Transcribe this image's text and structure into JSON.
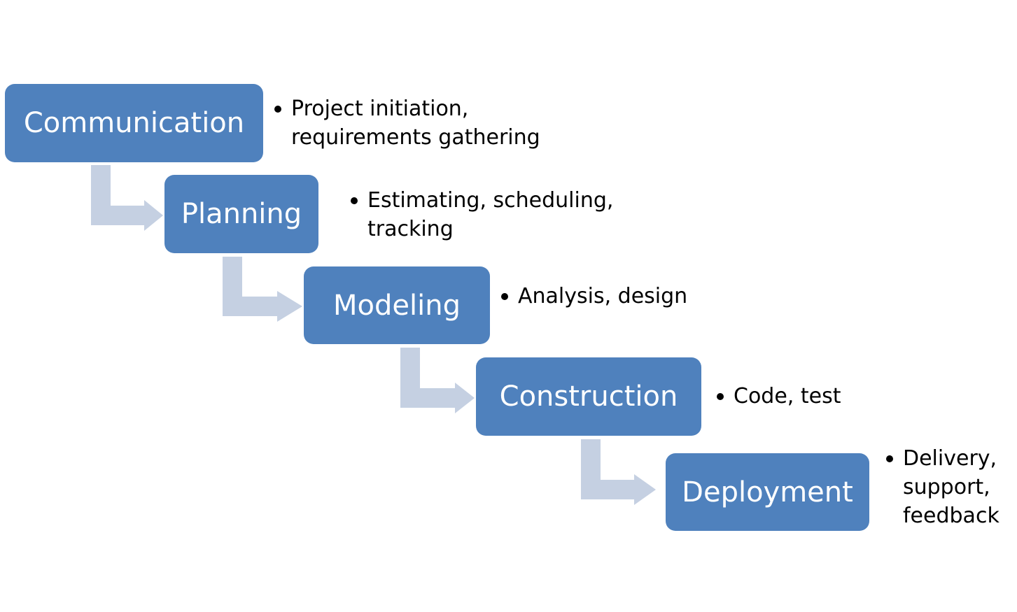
{
  "diagram": {
    "type": "waterfall-process",
    "colors": {
      "box_fill": "#4f81bd",
      "box_text": "#ffffff",
      "arrow_fill": "#c5d0e2",
      "note_text": "#000000"
    },
    "steps": [
      {
        "label": "Communication",
        "notes": [
          "Project initiation,",
          "requirements gathering"
        ]
      },
      {
        "label": "Planning",
        "notes": [
          "Estimating, scheduling,",
          "tracking"
        ]
      },
      {
        "label": "Modeling",
        "notes": [
          "Analysis, design"
        ]
      },
      {
        "label": "Construction",
        "notes": [
          "Code, test"
        ]
      },
      {
        "label": "Deployment",
        "notes": [
          "Delivery,",
          "support,",
          "feedback"
        ]
      }
    ]
  }
}
